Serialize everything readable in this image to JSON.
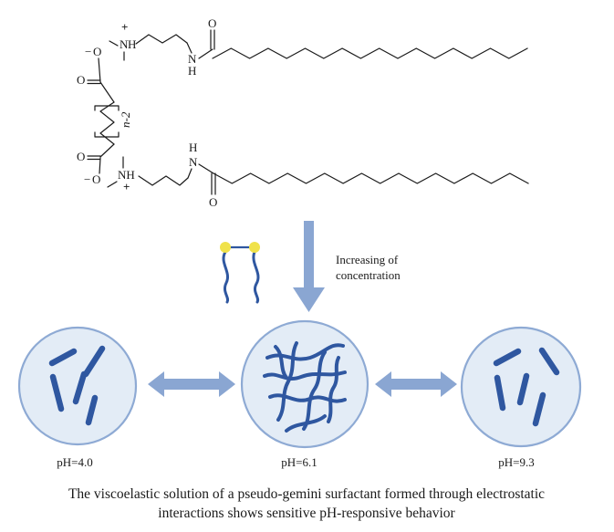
{
  "molecule": {
    "atoms": {
      "oxygen": "O",
      "oxide": "O",
      "nitrogen": "N",
      "nh": "NH",
      "hydrogen": "H",
      "plus": "+",
      "minus": "−"
    },
    "subscript": "n-2"
  },
  "process": {
    "label_line1": "Increasing of",
    "label_line2": "concentration"
  },
  "states": [
    {
      "ph_label": "pH=4.0",
      "morphology": "rods"
    },
    {
      "ph_label": "pH=6.1",
      "morphology": "network"
    },
    {
      "ph_label": "pH=9.3",
      "morphology": "rods"
    }
  ],
  "caption": {
    "line1": "The viscoelastic solution of a pseudo-gemini surfactant formed through electrostatic",
    "line2": "interactions shows sensitive pH-responsive behavior"
  },
  "colors": {
    "micelle": "#2f57a0",
    "circle_fill": "#e3ecf6",
    "circle_stroke": "#8eaad4",
    "arrow": "#8aa6d2",
    "headgroup": "#f0e24a"
  }
}
